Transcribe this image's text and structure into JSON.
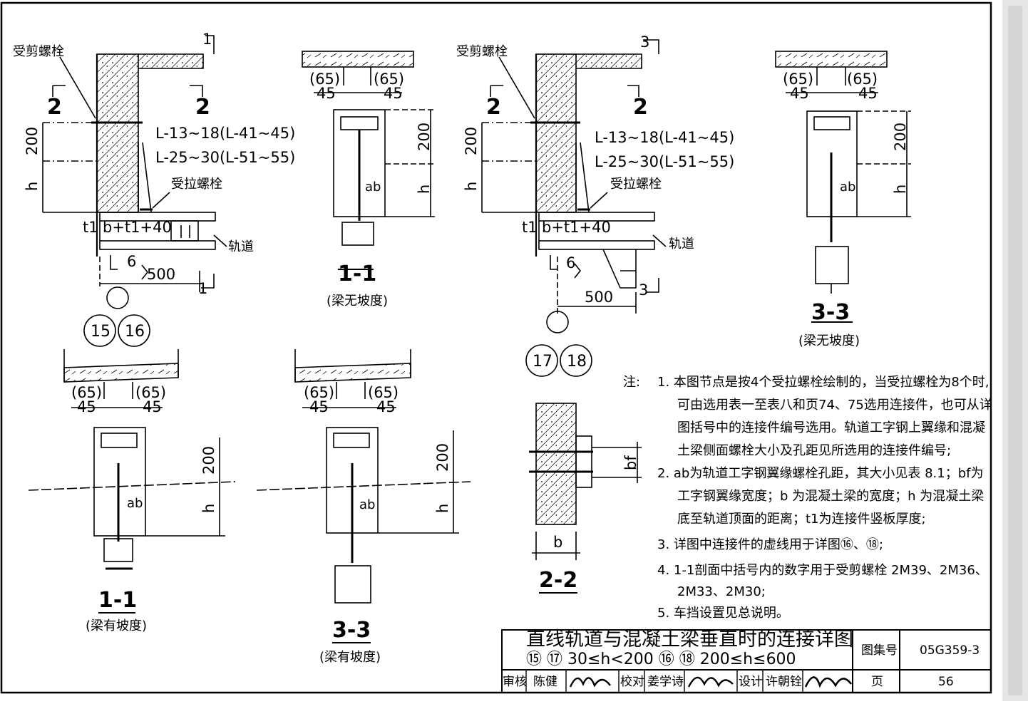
{
  "sheet": {
    "title_line1": "直线轨道与混凝土梁垂直时的连接详图",
    "title_line2": "⑮ ⑰ 30≤h<200 ⑯ ⑱ 200≤h≤600",
    "atlas_label": "图集号",
    "atlas_number": "05G359-3",
    "page_label": "页",
    "page_number": "56",
    "review_label": "审核",
    "review_name": "陈健",
    "check_label": "校对",
    "check_name": "姜学诗",
    "design_label": "设计",
    "design_name": "许朝铨"
  },
  "labels": {
    "shear_bolt": "受剪螺栓",
    "tension_bolt": "受拉螺栓",
    "rail": "轨道",
    "conn_a": "L-13~18(L-41~45)",
    "conn_b": "L-25~30(L-51~55)",
    "beam_flat": "(梁无坡度)",
    "beam_slope": "(梁有坡度)",
    "sec_1_1": "1-1",
    "sec_3_3": "3-3",
    "sec_2_2": "2-2",
    "mark_1": "1",
    "mark_2": "2",
    "mark_3": "3",
    "detail_15": "15",
    "detail_16": "16",
    "detail_17": "17",
    "detail_18": "18"
  },
  "dims": {
    "d200": "200",
    "dh": "h",
    "d500": "500",
    "d65": "(65)",
    "d45": "45",
    "dab": "ab",
    "dt1": "t1",
    "db_t1_40": "b+t1+40",
    "d6": "6",
    "dbf": "bf",
    "db": "b"
  },
  "notes": {
    "head": "注:",
    "n1_l1": "1. 本图节点是按4个受拉螺栓绘制的，当受拉螺栓为8个时,",
    "n1_l2": "可由选用表一至表八和页74、75选用连接件，也可从详",
    "n1_l3": "图括号中的连接件编号选用。轨道工字钢上翼缘和混凝",
    "n1_l4": "土梁侧面螺栓大小及孔距见所选用的连接件编号;",
    "n2_l1": "2. ab为轨道工字钢翼缘螺栓孔距，其大小见表 8.1；bf为",
    "n2_l2": "工字钢翼缘宽度；b 为混凝土梁的宽度；h 为混凝土梁",
    "n2_l3": "底至轨道顶面的距离；t1为连接件竖板厚度;",
    "n3": "3. 详图中连接件的虚线用于详图⑯、⑱;",
    "n4_l1": "4. 1-1剖面中括号内的数字用于受剪螺栓  2M39、2M36、",
    "n4_l2": "2M33、2M30;",
    "n5": "5. 车挡设置见总说明。"
  }
}
